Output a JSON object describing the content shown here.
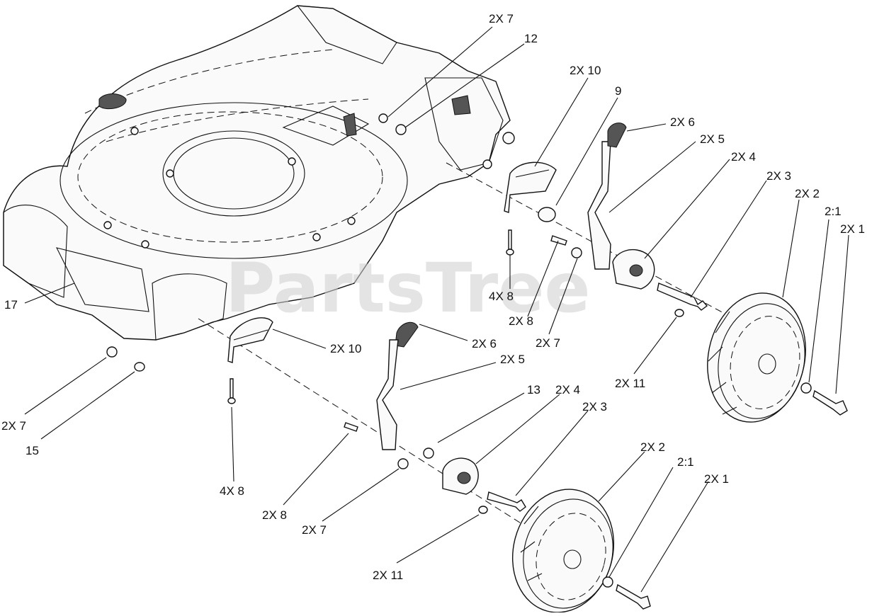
{
  "watermark": "PartsTree",
  "callouts": [
    {
      "id": "c01",
      "text": "2X 7"
    },
    {
      "id": "c02",
      "text": "12"
    },
    {
      "id": "c03",
      "text": "2X 10"
    },
    {
      "id": "c04",
      "text": "9"
    },
    {
      "id": "c05",
      "text": "2X 6"
    },
    {
      "id": "c06",
      "text": "2X 5"
    },
    {
      "id": "c07",
      "text": "2X 4"
    },
    {
      "id": "c08",
      "text": "2X 3"
    },
    {
      "id": "c09",
      "text": "2X 2"
    },
    {
      "id": "c10",
      "text": "2:1"
    },
    {
      "id": "c11",
      "text": "2X 1"
    },
    {
      "id": "c12",
      "text": "4X 8"
    },
    {
      "id": "c13",
      "text": "2X 8"
    },
    {
      "id": "c14",
      "text": "2X 7"
    },
    {
      "id": "c15",
      "text": "2X 11"
    },
    {
      "id": "c16",
      "text": "17"
    },
    {
      "id": "c17",
      "text": "2X 10"
    },
    {
      "id": "c18",
      "text": "2X 6"
    },
    {
      "id": "c19",
      "text": "2X 5"
    },
    {
      "id": "c20",
      "text": "13"
    },
    {
      "id": "c21",
      "text": "2X 4"
    },
    {
      "id": "c22",
      "text": "2X 3"
    },
    {
      "id": "c23",
      "text": "2X 2"
    },
    {
      "id": "c24",
      "text": "2:1"
    },
    {
      "id": "c25",
      "text": "2X 1"
    },
    {
      "id": "c26",
      "text": "2X 7"
    },
    {
      "id": "c27",
      "text": "15"
    },
    {
      "id": "c28",
      "text": "4X 8"
    },
    {
      "id": "c29",
      "text": "2X 8"
    },
    {
      "id": "c30",
      "text": "2X 7"
    },
    {
      "id": "c31",
      "text": "2X 11"
    }
  ]
}
